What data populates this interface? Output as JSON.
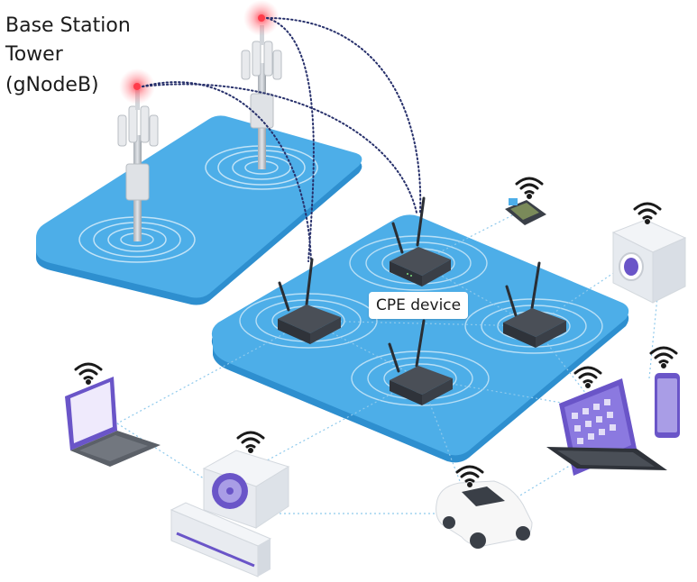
{
  "labels": {
    "base_station_line1": "Base Station",
    "base_station_line2": "Tower",
    "base_station_line3": "(gNodeB)",
    "cpe_device": "CPE device"
  },
  "colors": {
    "platform_blue": "#4daee8",
    "platform_edge": "#2e8fcf",
    "ripple": "#cfeafb",
    "link_dotted": "#27306b",
    "wifi_link": "#8ec9ec",
    "router_body": "#3a3f47",
    "tower_gray": "#c9cdd2",
    "signal_red": "#ff3b4a",
    "device_purple": "#6a55c8",
    "wifi_icon": "#1a1a1a"
  },
  "icons": [
    "wifi-icon",
    "cell-tower-icon",
    "router-icon",
    "laptop-icon",
    "washing-machine-icon",
    "tablet-icon",
    "smartphone-icon",
    "car-icon",
    "air-conditioner-icon",
    "pos-terminal-icon"
  ]
}
